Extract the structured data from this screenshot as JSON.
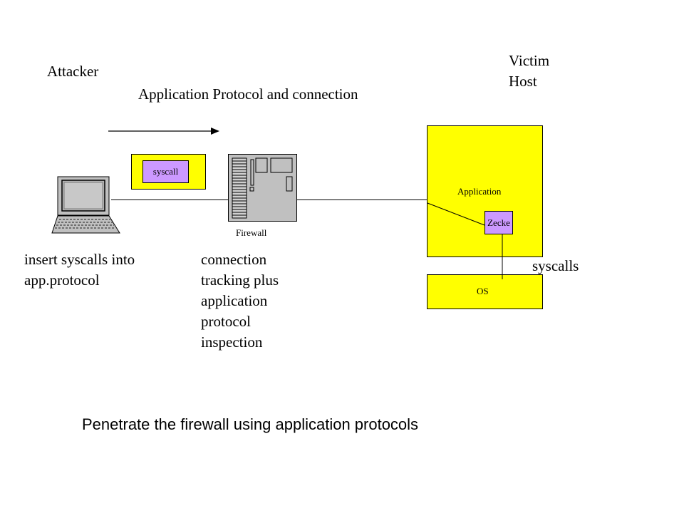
{
  "labels": {
    "attacker": "Attacker",
    "victim_line1": "Victim",
    "victim_line2": "Host",
    "protocol": "Application Protocol and connection",
    "syscall_box": "syscall",
    "firewall": "Firewall",
    "application": "Application",
    "zecke": "Zecke",
    "os": "OS",
    "syscalls": "syscalls",
    "attacker_desc": [
      "insert syscalls into",
      "app.protocol"
    ],
    "firewall_desc": [
      "connection",
      "tracking plus",
      "application",
      "protocol",
      "inspection"
    ],
    "caption": "Penetrate the firewall using application protocols"
  },
  "colors": {
    "host_fill": "#ffff00",
    "payload_fill": "#ffff00",
    "inner_box_fill": "#cc99ff",
    "device_fill": "#c0c0c0",
    "line": "#000000"
  },
  "icons": {
    "attacker_device": "laptop-icon",
    "firewall_device": "server-tower-icon",
    "direction": "right-arrow-icon"
  }
}
